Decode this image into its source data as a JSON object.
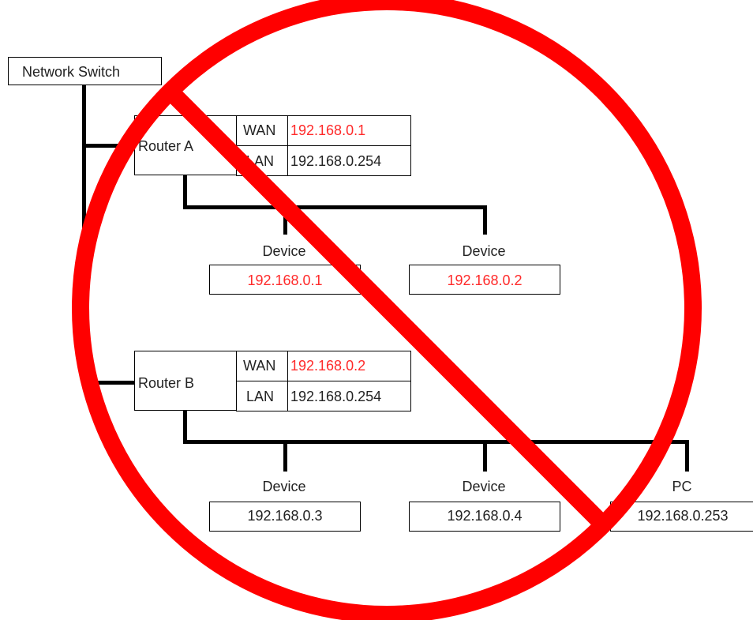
{
  "switch": {
    "label": "Network Switch"
  },
  "routers": [
    {
      "name": "Router A",
      "wan_label": "WAN",
      "wan_ip": "192.168.0.1",
      "lan_label": "LAN",
      "lan_ip": "192.168.0.254"
    },
    {
      "name": "Router B",
      "wan_label": "WAN",
      "wan_ip": "192.168.0.2",
      "lan_label": "LAN",
      "lan_ip": "192.168.0.254"
    }
  ],
  "router_a_devices": [
    {
      "name": "Device",
      "ip": "192.168.0.1"
    },
    {
      "name": "Device",
      "ip": "192.168.0.2"
    }
  ],
  "router_b_devices": [
    {
      "name": "Device",
      "ip": "192.168.0.3"
    },
    {
      "name": "Device",
      "ip": "192.168.0.4"
    },
    {
      "name": "PC",
      "ip": "192.168.0.253"
    }
  ],
  "colors": {
    "conflict_ip": "#ff2a2a",
    "prohibition_sign": "#ff0000",
    "wire": "#000000"
  }
}
